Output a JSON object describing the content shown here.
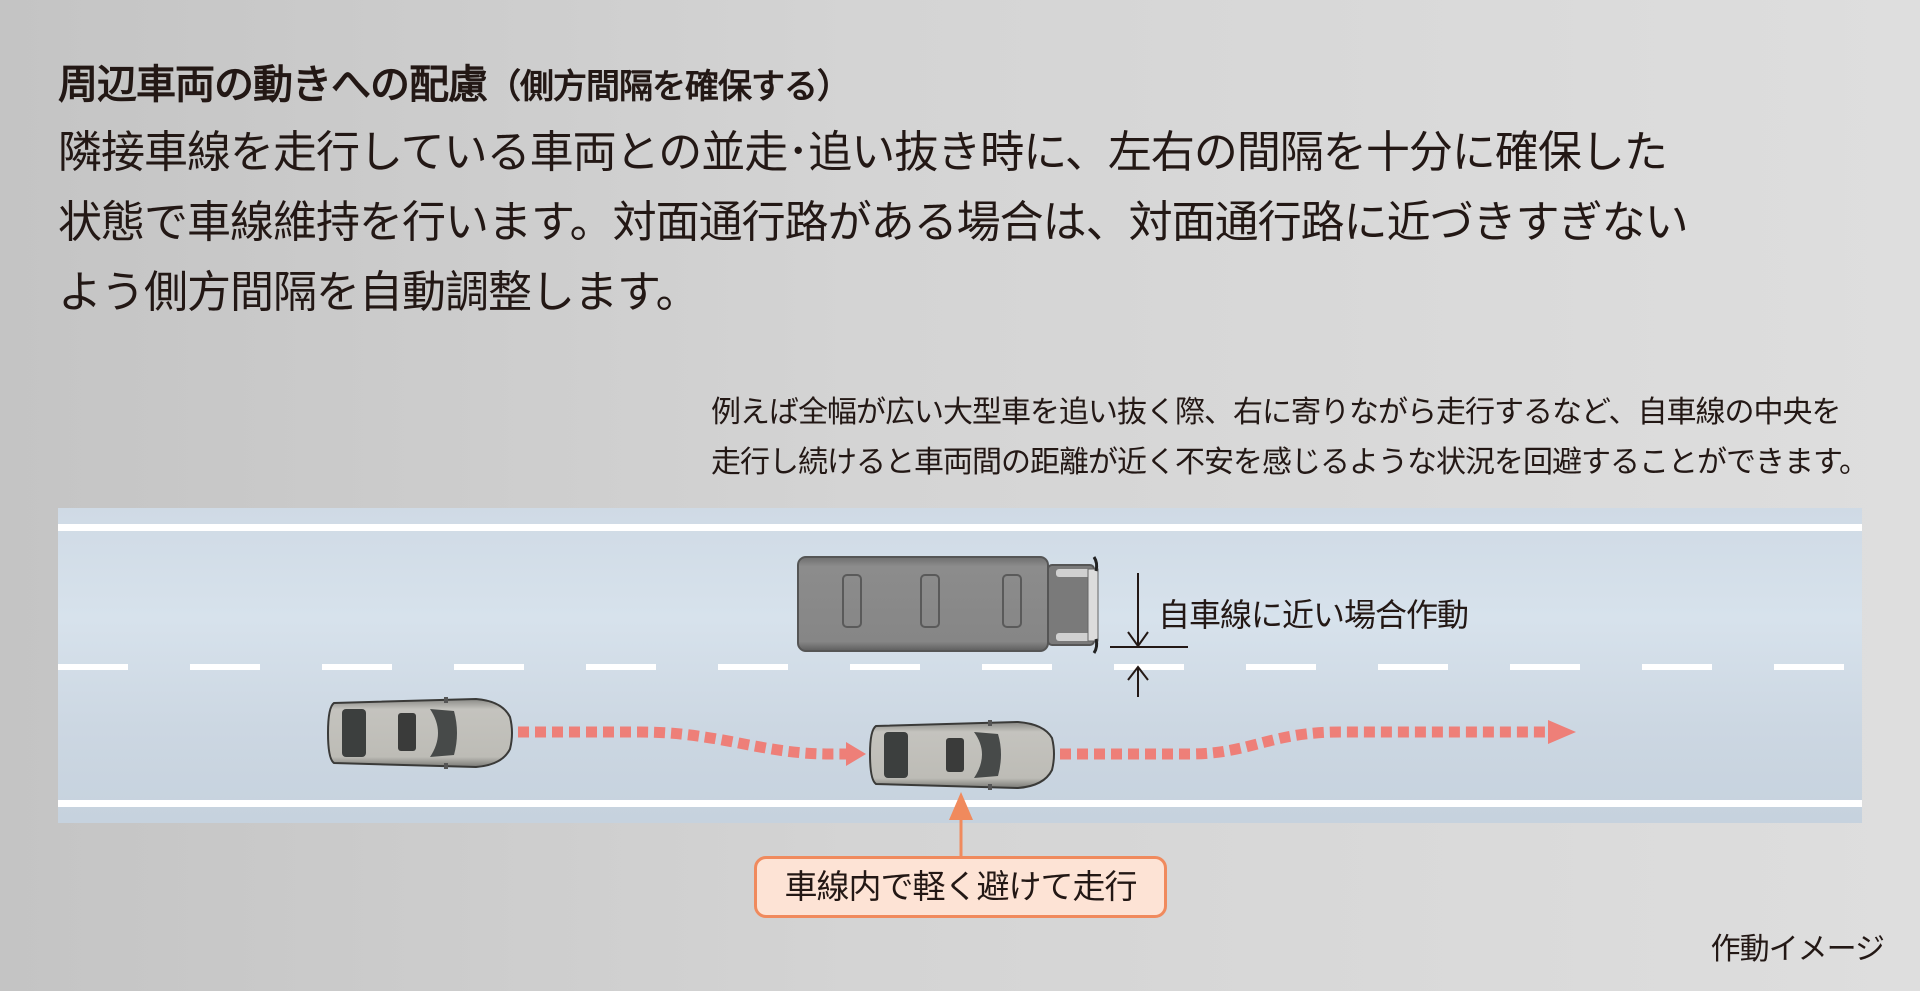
{
  "heading": {
    "main": "周辺車両の動きへの配慮",
    "sub": "（側方間隔を確保する）"
  },
  "description": {
    "lines": [
      "隣接車線を走行している車両との並走･追い抜き時に、左右の間隔を十分に確保した",
      "状態で車線維持を行います。対面通行路がある場合は、対面通行路に近づきすぎない",
      "よう側方間隔を自動調整します。"
    ]
  },
  "note": {
    "lines": [
      "例えば全幅が広い大型車を追い抜く際、右に寄りながら走行するなど、自車線の中央を",
      "走行し続けると車両間の距離が近く不安を感じるような状況を回避することができます。"
    ]
  },
  "diagram": {
    "road_color": "#d3dee9",
    "lane_line_color": "#ffffff",
    "path_color": "#ee7f78",
    "truck_label": "自車線に近い場合作動",
    "callout_label": "車線内で軽く避けて走行",
    "callout_border_color": "#f08a5d",
    "callout_fill_color": "#fde3d5",
    "vehicles": [
      "own-car-before",
      "own-car-avoiding",
      "large-truck"
    ]
  },
  "caption": "作動イメージ"
}
